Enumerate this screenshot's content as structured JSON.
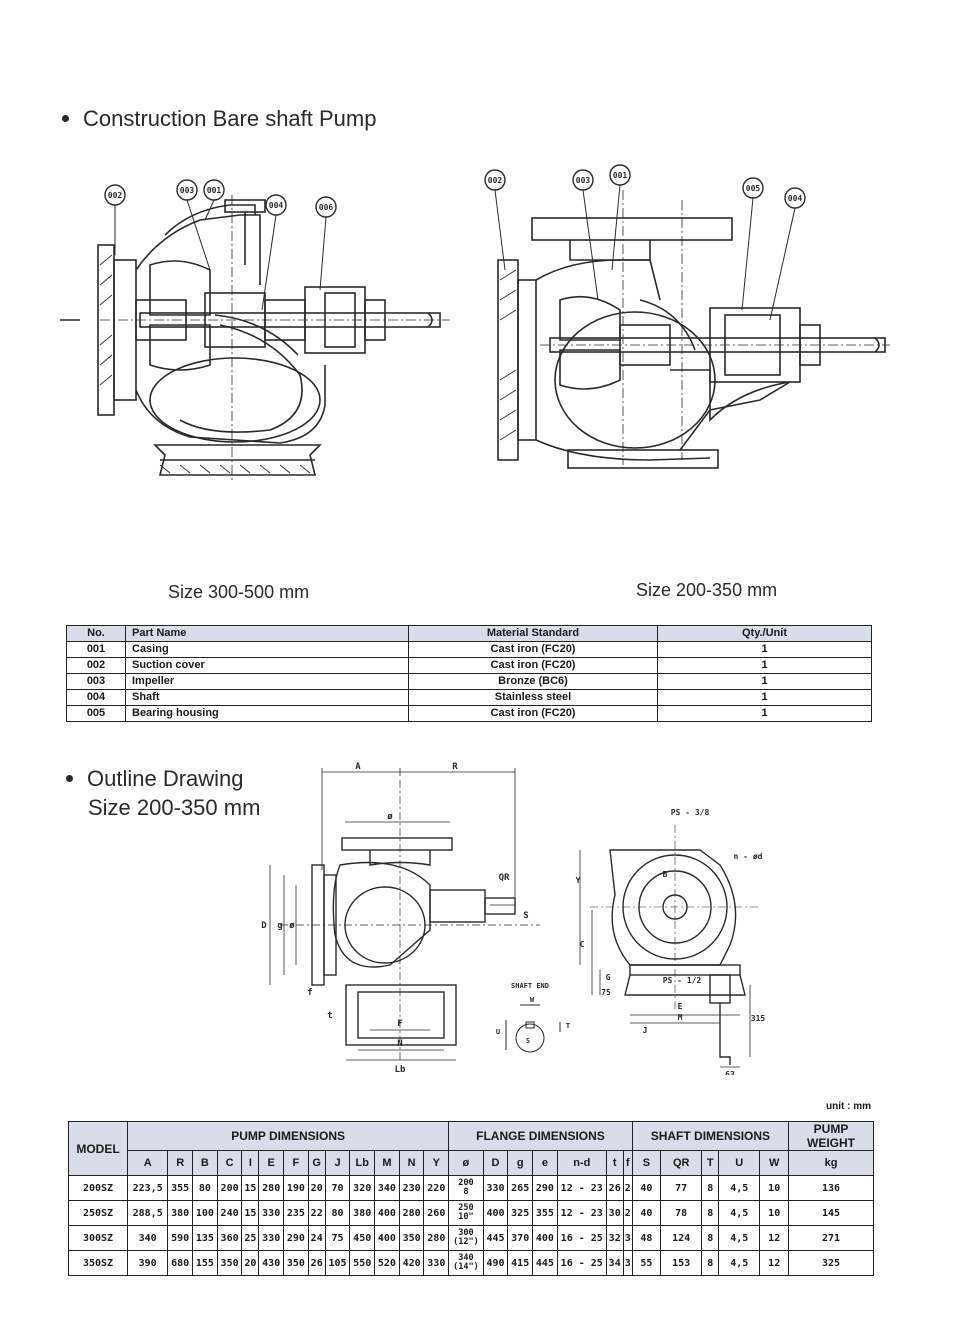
{
  "construction": {
    "title": "Construction Bare shaft Pump",
    "left_drawing": {
      "size_label": "Size 300-500 mm",
      "callouts": [
        "002",
        "003",
        "001",
        "004",
        "006"
      ]
    },
    "right_drawing": {
      "size_label": "Size 200-350 mm",
      "callouts": [
        "002",
        "003",
        "001",
        "005",
        "004"
      ]
    }
  },
  "parts_table": {
    "headers": [
      "No.",
      "Part Name",
      "Material Standard",
      "Qty./Unit"
    ],
    "rows": [
      [
        "001",
        "Casing",
        "Cast iron (FC20)",
        "1"
      ],
      [
        "002",
        "Suction cover",
        "Cast iron (FC20)",
        "1"
      ],
      [
        "003",
        "Impeller",
        "Bronze (BC6)",
        "1"
      ],
      [
        "004",
        "Shaft",
        "Stainless steel",
        "1"
      ],
      [
        "005",
        "Bearing housing",
        "Cast iron (FC20)",
        "1"
      ]
    ]
  },
  "outline": {
    "title_line1": "Outline Drawing",
    "title_line2": "Size 200-350 mm",
    "front_labels": {
      "A": "A",
      "R": "R",
      "phi": "ø",
      "QR": "QR",
      "S": "S",
      "D": "D",
      "g": "g",
      "phi2": "ø",
      "f": "f",
      "t": "t",
      "F": "F",
      "N": "N",
      "Lb": "Lb"
    },
    "shaft_end": {
      "title": "SHAFT END",
      "W": "W",
      "U": "U",
      "S": "S",
      "T": "T"
    },
    "side_labels": {
      "ps1": "PS - 3/8",
      "nd": "n - ød",
      "Y": "Y",
      "C": "C",
      "G": "G",
      "B": "B",
      "ps2": "PS - 1/2",
      "E": "E",
      "M": "M",
      "J": "J",
      "h75": "75",
      "h315": "315",
      "w63": "63"
    }
  },
  "dims_table": {
    "unit": "unit : mm",
    "model_header": "MODEL",
    "groups": [
      "PUMP DIMENSIONS",
      "FLANGE DIMENSIONS",
      "SHAFT DIMENSIONS",
      "PUMP WEIGHT"
    ],
    "pump_cols": [
      "A",
      "R",
      "B",
      "C",
      "I",
      "E",
      "F",
      "G",
      "J",
      "Lb",
      "M",
      "N",
      "Y"
    ],
    "flange_cols": [
      "ø",
      "D",
      "g",
      "e",
      "n-d",
      "t",
      "f"
    ],
    "shaft_cols": [
      "S",
      "QR",
      "T",
      "U",
      "W"
    ],
    "weight_col": "kg",
    "rows": [
      {
        "model": "200SZ",
        "pump": [
          "223,5",
          "355",
          "80",
          "200",
          "15",
          "280",
          "190",
          "20",
          "70",
          "320",
          "340",
          "230",
          "220"
        ],
        "phi_top": "200",
        "phi_bot": "8",
        "flange": [
          "330",
          "265",
          "290",
          "12 - 23",
          "26",
          "2"
        ],
        "shaft": [
          "40",
          "77",
          "8",
          "4,5",
          "10"
        ],
        "weight": "136"
      },
      {
        "model": "250SZ",
        "pump": [
          "288,5",
          "380",
          "100",
          "240",
          "15",
          "330",
          "235",
          "22",
          "80",
          "380",
          "400",
          "280",
          "260"
        ],
        "phi_top": "250",
        "phi_bot": "10\"",
        "flange": [
          "400",
          "325",
          "355",
          "12 - 23",
          "30",
          "2"
        ],
        "shaft": [
          "40",
          "78",
          "8",
          "4,5",
          "10"
        ],
        "weight": "145"
      },
      {
        "model": "300SZ",
        "pump": [
          "340",
          "590",
          "135",
          "360",
          "25",
          "330",
          "290",
          "24",
          "75",
          "450",
          "400",
          "350",
          "280"
        ],
        "phi_top": "300",
        "phi_bot": "(12\")",
        "flange": [
          "445",
          "370",
          "400",
          "16 - 25",
          "32",
          "3"
        ],
        "shaft": [
          "48",
          "124",
          "8",
          "4,5",
          "12"
        ],
        "weight": "271"
      },
      {
        "model": "350SZ",
        "pump": [
          "390",
          "680",
          "155",
          "350",
          "20",
          "430",
          "350",
          "26",
          "105",
          "550",
          "520",
          "420",
          "330"
        ],
        "phi_top": "340",
        "phi_bot": "(14\")",
        "flange": [
          "490",
          "415",
          "445",
          "16 - 25",
          "34",
          "3"
        ],
        "shaft": [
          "55",
          "153",
          "8",
          "4,5",
          "12"
        ],
        "weight": "325"
      }
    ]
  }
}
